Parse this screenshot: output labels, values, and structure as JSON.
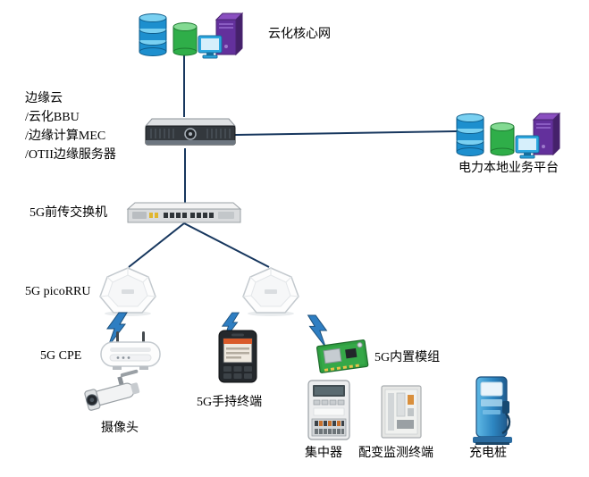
{
  "nodes": {
    "core_cloud": {
      "label": "云化核心网"
    },
    "edge_cloud": {
      "lines": [
        "边缘云",
        "/云化BBU",
        "/边缘计算MEC",
        "/OTII边缘服务器"
      ]
    },
    "power_platform": {
      "label": "电力本地业务平台"
    },
    "fronthaul_switch": {
      "label": "5G前传交换机"
    },
    "picorru": {
      "label": "5G picoRRU"
    },
    "cpe": {
      "label": "5G CPE"
    },
    "camera": {
      "label": "摄像头"
    },
    "handheld_terminal": {
      "label": "5G手持终端"
    },
    "embedded_module": {
      "label": "5G内置模组"
    },
    "concentrator": {
      "label": "集中器"
    },
    "monitoring_terminal": {
      "label": "配变监测终端"
    },
    "charging_pile": {
      "label": "充电桩"
    }
  },
  "colors": {
    "connection_line": "#17375e",
    "lightning_blue": "#2e7ec2",
    "database_blue": "#1d8fce",
    "cylinder_green": "#2fae49",
    "tower_purple": "#63309c",
    "charger_blue": "#2e86c1",
    "background": "#ffffff"
  }
}
